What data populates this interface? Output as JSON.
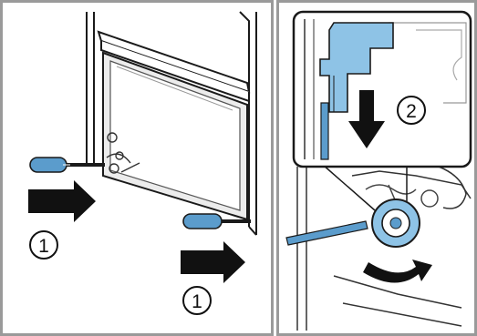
{
  "panels": [
    {
      "name": "left",
      "steps": [
        {
          "label": "1"
        },
        {
          "label": "1"
        }
      ]
    },
    {
      "name": "right",
      "steps": [
        {
          "label": "2"
        }
      ]
    }
  ],
  "colors": {
    "frame": "#9a9a9a",
    "tool_blue": "#5b9ccc",
    "highlight_blue": "#8ec3e6",
    "line": "#1a1a1a",
    "arrow": "#111111"
  },
  "icons": [
    "screwdriver-icon",
    "right-arrow-icon",
    "down-arrow-icon",
    "curved-arrow-icon",
    "lens-icon"
  ]
}
